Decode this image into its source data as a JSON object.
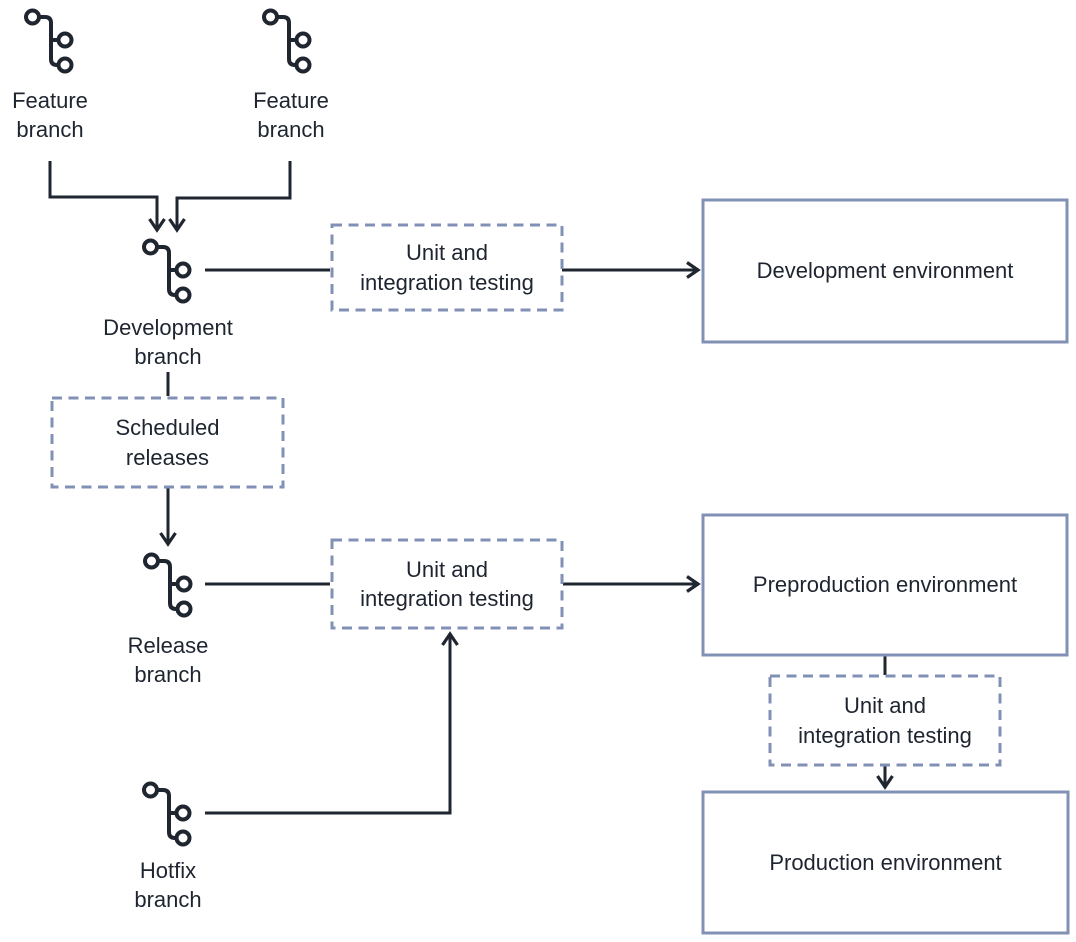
{
  "palette": {
    "border_blue": "#8191b6",
    "line_dark": "#1f2630",
    "text_dark": "#1e2530",
    "bg": "#ffffff"
  },
  "nodes": {
    "feature_branch_1": {
      "label": "Feature\nbranch",
      "icon": "git-branch-icon"
    },
    "feature_branch_2": {
      "label": "Feature\nbranch",
      "icon": "git-branch-icon"
    },
    "development_branch": {
      "label": "Development\nbranch",
      "icon": "git-branch-icon"
    },
    "scheduled_releases": {
      "label": "Scheduled\nreleases"
    },
    "release_branch": {
      "label": "Release\nbranch",
      "icon": "git-branch-icon"
    },
    "hotfix_branch": {
      "label": "Hotfix\nbranch",
      "icon": "git-branch-icon"
    },
    "unit_testing_dev": {
      "label": "Unit and\nintegration testing"
    },
    "unit_testing_preprod": {
      "label": "Unit and\nintegration testing"
    },
    "unit_testing_prod": {
      "label": "Unit and\nintegration testing"
    },
    "development_environment": {
      "label": "Development environment"
    },
    "preproduction_environment": {
      "label": "Preproduction environment"
    },
    "production_environment": {
      "label": "Production environment"
    }
  },
  "connections": [
    {
      "from": "feature_branch_1",
      "to": "development_branch",
      "arrow": true
    },
    {
      "from": "feature_branch_2",
      "to": "development_branch",
      "arrow": true
    },
    {
      "from": "development_branch",
      "to": "unit_testing_dev",
      "arrow": false
    },
    {
      "from": "unit_testing_dev",
      "to": "development_environment",
      "arrow": true
    },
    {
      "from": "development_branch",
      "to": "scheduled_releases",
      "arrow": false
    },
    {
      "from": "scheduled_releases",
      "to": "release_branch",
      "arrow": true
    },
    {
      "from": "release_branch",
      "to": "unit_testing_preprod",
      "arrow": false
    },
    {
      "from": "unit_testing_preprod",
      "to": "preproduction_environment",
      "arrow": true
    },
    {
      "from": "preproduction_environment",
      "to": "unit_testing_prod",
      "arrow": false
    },
    {
      "from": "unit_testing_prod",
      "to": "production_environment",
      "arrow": true
    },
    {
      "from": "hotfix_branch",
      "to": "unit_testing_preprod",
      "arrow": true
    }
  ]
}
